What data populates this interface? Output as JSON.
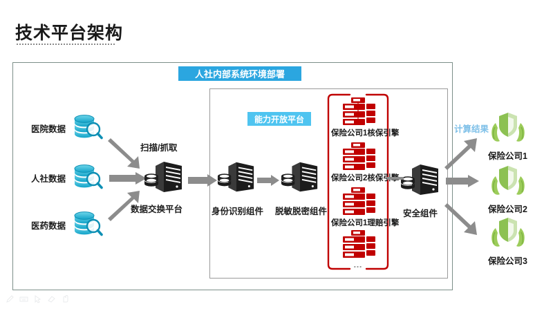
{
  "page": {
    "title": "技术平台架构",
    "background": "#ffffff"
  },
  "colors": {
    "badge_main": "#2ba6e0",
    "badge_sub": "#4fc4f0",
    "accent_blue": "#7fc0e8",
    "red": "#c00000",
    "green": "#7cbb45",
    "cyan": "#29b6d8",
    "arrow_grey": "#8c8c8c",
    "frame_outer": "#7c8f89",
    "frame_inner": "#9a9a9a"
  },
  "badges": {
    "main": "人社内部系统环境部署",
    "sub": "能力开放平台"
  },
  "sources": [
    {
      "label": "医院数据",
      "icon": "database-search-icon"
    },
    {
      "label": "人社数据",
      "icon": "database-search-icon"
    },
    {
      "label": "医药数据",
      "icon": "database-search-icon"
    }
  ],
  "exchange": {
    "caption": "扫描/抓取",
    "label": "数据交换平台",
    "icon": "server-database-icon"
  },
  "components": [
    {
      "label": "身份识别组件",
      "icon": "server-database-icon"
    },
    {
      "label": "脱敏脱密组件",
      "icon": "server-database-icon"
    }
  ],
  "engines": {
    "items": [
      {
        "label": "保险公司1核保引擎",
        "icon": "red-server-cluster-icon"
      },
      {
        "label": "保险公司2核保引擎",
        "icon": "red-server-cluster-icon"
      },
      {
        "label": "保险公司1理赔引擎",
        "icon": "red-server-cluster-icon"
      }
    ],
    "more": "…"
  },
  "security": {
    "label": "安全组件",
    "icon": "server-database-icon"
  },
  "output": {
    "caption": "计算结果",
    "targets": [
      {
        "label": "保险公司1",
        "icon": "shield-hands-icon"
      },
      {
        "label": "保险公司2",
        "icon": "shield-hands-icon"
      },
      {
        "label": "保险公司3",
        "icon": "shield-hands-icon"
      }
    ]
  },
  "watermark": {
    "icons": [
      "pen-icon",
      "keyboard-icon",
      "cursor-icon",
      "eraser-icon",
      "hand-icon"
    ]
  }
}
